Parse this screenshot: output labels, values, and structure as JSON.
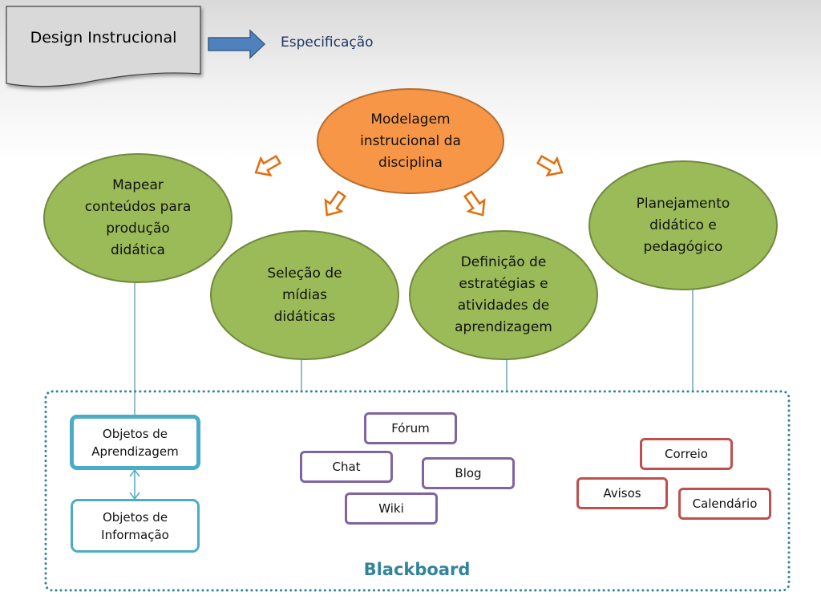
{
  "header": {
    "title_box_label": "Design Instrucional",
    "arrow_target_label": "Especificação"
  },
  "center_node": {
    "label": "Modelagem\ninstrucional da\ndisciplina",
    "color": "#f79646"
  },
  "nodes": [
    {
      "id": "mapear",
      "label": "Mapear\nconteúdos para\nprodução\ndidática"
    },
    {
      "id": "selecao",
      "label": "Seleção de\nmídias\ndidáticas"
    },
    {
      "id": "definicao",
      "label": "Definição de\nestratégias e\natividades de\naprendizagem"
    },
    {
      "id": "planejamento",
      "label": "Planejamento\ndidático e\npedagógico"
    }
  ],
  "node_color": "#9bbb59",
  "container": {
    "label": "Blackboard",
    "color": "#31849b"
  },
  "learning_objects": {
    "primary": "Objetos de\nAprendizagem",
    "secondary": "Objetos de\nInformação",
    "color": "#4bacc6"
  },
  "collaboration_tools": {
    "color": "#8064a2",
    "items": [
      "Fórum",
      "Chat",
      "Blog",
      "Wiki"
    ]
  },
  "communication_tools": {
    "color": "#c0504d",
    "items": [
      "Correio",
      "Avisos",
      "Calendário"
    ]
  },
  "arrow_color": "#e46c0a"
}
